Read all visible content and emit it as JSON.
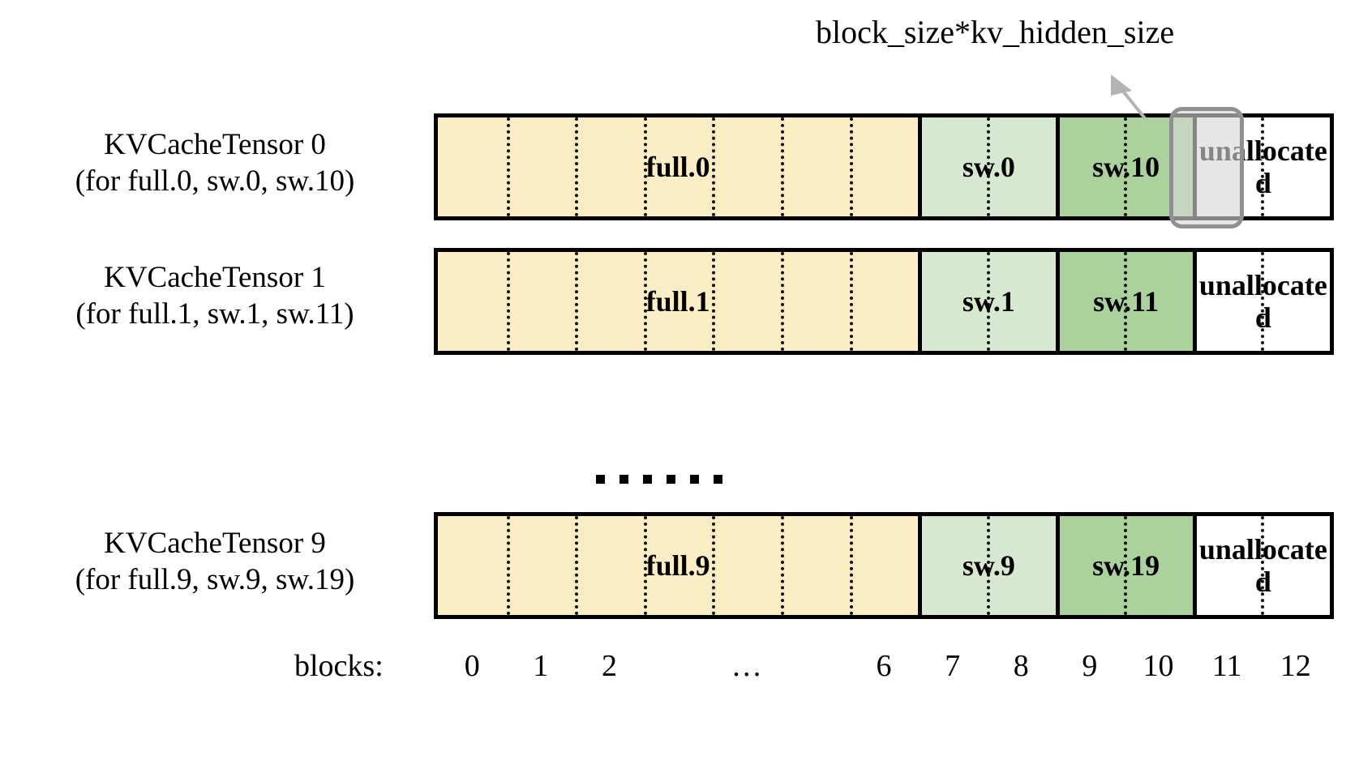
{
  "diagram": {
    "title_callout": "block_size*kv_hidden_size",
    "axis_title": "blocks:",
    "block_ticks": [
      "0",
      "1",
      "2",
      "…",
      "6",
      "7",
      "8",
      "9",
      "10",
      "11",
      "12"
    ],
    "ellipsis_marker": "……",
    "colors": {
      "full_fill": "#fceec4",
      "sw_light_fill": "#d6e8d0",
      "sw_dark_fill": "#abd19c",
      "unallocated_fill": "#ffffff",
      "border": "#000000",
      "highlight_border": "#909090",
      "highlight_fill": "#d7d7d7",
      "arrow": "#b3b3b3"
    },
    "rows": [
      {
        "label_line1": "KVCacheTensor 0",
        "label_line2": "(for full.0, sw.0, sw.10)",
        "segments": [
          {
            "name": "full.0",
            "kind": "full",
            "blocks": 7
          },
          {
            "name": "sw.0",
            "kind": "sw-light",
            "blocks": 2
          },
          {
            "name": "sw.10",
            "kind": "sw-dark",
            "blocks": 2
          },
          {
            "name": "unallocated",
            "kind": "unalloc",
            "blocks": 2
          }
        ],
        "highlighted": true
      },
      {
        "label_line1": "KVCacheTensor 1",
        "label_line2": "(for full.1, sw.1, sw.11)",
        "segments": [
          {
            "name": "full.1",
            "kind": "full",
            "blocks": 7
          },
          {
            "name": "sw.1",
            "kind": "sw-light",
            "blocks": 2
          },
          {
            "name": "sw.11",
            "kind": "sw-dark",
            "blocks": 2
          },
          {
            "name": "unallocated",
            "kind": "unalloc",
            "blocks": 2
          }
        ],
        "highlighted": false
      },
      {
        "label_line1": "KVCacheTensor 9",
        "label_line2": "(for full.9, sw.9, sw.19)",
        "segments": [
          {
            "name": "full.9",
            "kind": "full",
            "blocks": 7
          },
          {
            "name": "sw.9",
            "kind": "sw-light",
            "blocks": 2
          },
          {
            "name": "sw.19",
            "kind": "sw-dark",
            "blocks": 2
          },
          {
            "name": "unallocated",
            "kind": "unalloc",
            "blocks": 2
          }
        ],
        "highlighted": false
      }
    ]
  }
}
